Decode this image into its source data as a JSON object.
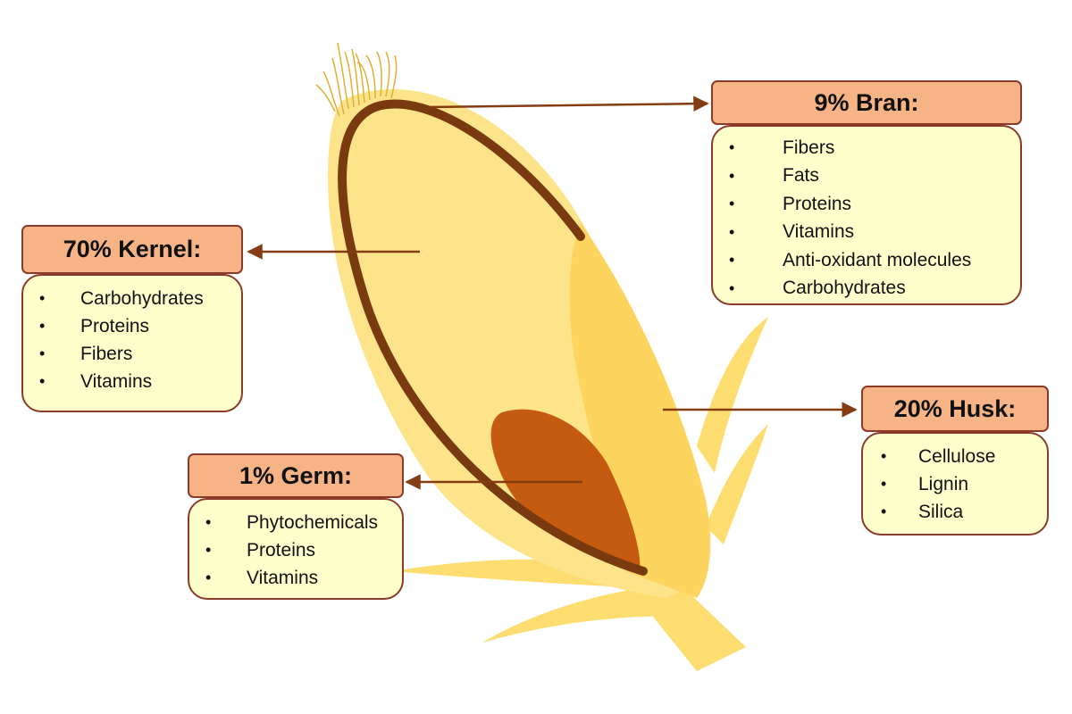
{
  "colors": {
    "husk_light": "#fddc70",
    "husk_mid": "#fccf50",
    "bran_line": "#7a3a10",
    "germ": "#c55a11",
    "arrow": "#843c12",
    "header_fill": "#f6b386",
    "list_fill": "#ffffcc",
    "box_border": "#8b3a2a"
  },
  "labels": {
    "bran": {
      "title": "9% Bran:",
      "items": [
        "Fibers",
        "Fats",
        "Proteins",
        "Vitamins",
        "Anti-oxidant molecules",
        "Carbohydrates"
      ]
    },
    "kernel": {
      "title": "70% Kernel:",
      "items": [
        "Carbohydrates",
        "Proteins",
        "Fibers",
        "Vitamins"
      ]
    },
    "husk": {
      "title": "20% Husk:",
      "items": [
        "Cellulose",
        "Lignin",
        "Silica"
      ]
    },
    "germ": {
      "title": "1% Germ:",
      "items": [
        "Phytochemicals",
        "Proteins",
        "Vitamins"
      ]
    }
  }
}
